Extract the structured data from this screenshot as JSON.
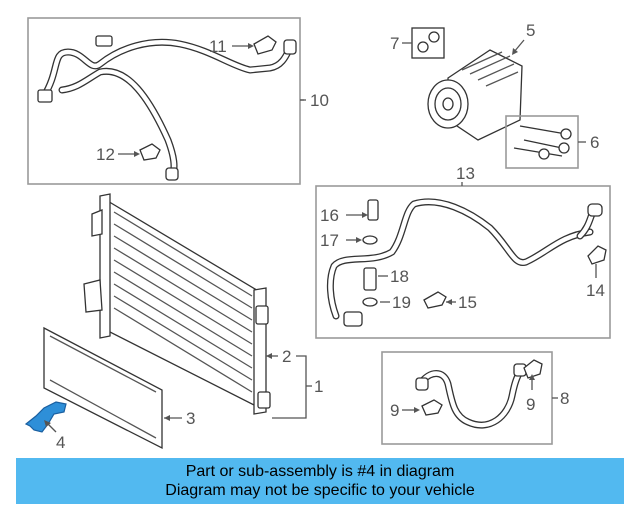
{
  "callouts": {
    "c1": "1",
    "c2": "2",
    "c3": "3",
    "c4": "4",
    "c5": "5",
    "c6": "6",
    "c7": "7",
    "c8": "8",
    "c9a": "9",
    "c9b": "9",
    "c10": "10",
    "c11": "11",
    "c12": "12",
    "c13": "13",
    "c14": "14",
    "c15": "15",
    "c16": "16",
    "c17": "17",
    "c18": "18",
    "c19": "19"
  },
  "highlight_color": "#2e8fd8",
  "banner": {
    "line1": "Part or sub-assembly is #4 in diagram",
    "line2": "Diagram may not be specific to your vehicle",
    "color": "#52b9f0"
  }
}
